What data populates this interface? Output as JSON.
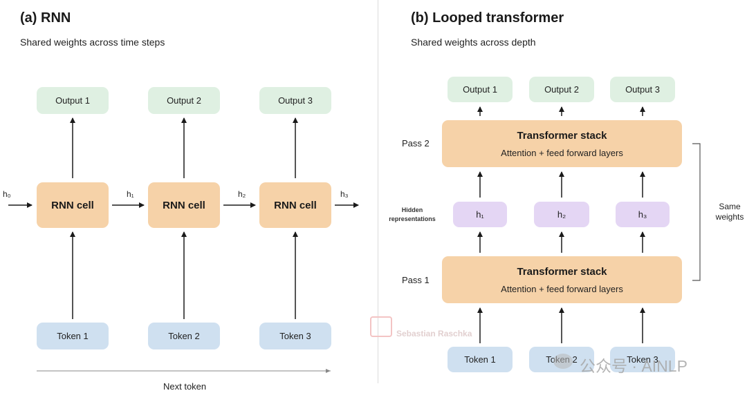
{
  "left": {
    "title": "(a) RNN",
    "subtitle": "Shared weights across time steps",
    "outputs": [
      "Output 1",
      "Output 2",
      "Output 3"
    ],
    "cells": [
      "RNN cell",
      "RNN cell",
      "RNN cell"
    ],
    "tokens": [
      "Token 1",
      "Token 2",
      "Token 3"
    ],
    "hidden_states": [
      "h₀",
      "h₁",
      "h₂",
      "h₃"
    ],
    "bottom_label": "Next token"
  },
  "right": {
    "title": "(b) Looped transformer",
    "subtitle": "Shared weights across depth",
    "outputs": [
      "Output 1",
      "Output 2",
      "Output 3"
    ],
    "stack_title": "Transformer stack",
    "stack_subtitle": "Attention + feed forward layers",
    "pass2_label": "Pass 2",
    "pass1_label": "Pass 1",
    "hidden_label_line1": "Hidden",
    "hidden_label_line2": "representations",
    "hidden_states": [
      "h₁",
      "h₂",
      "h₃"
    ],
    "same_weights_line1": "Same",
    "same_weights_line2": "weights",
    "tokens": [
      "Token 1",
      "Token 2",
      "Token 3"
    ]
  },
  "watermarks": {
    "author": "Sebastian Raschka",
    "channel": "公众号 · AINLP"
  },
  "colors": {
    "output": "#dff0e2",
    "token": "#cfe0f0",
    "cell": "#f6d2a8",
    "hidden": "#e4d6f4"
  }
}
